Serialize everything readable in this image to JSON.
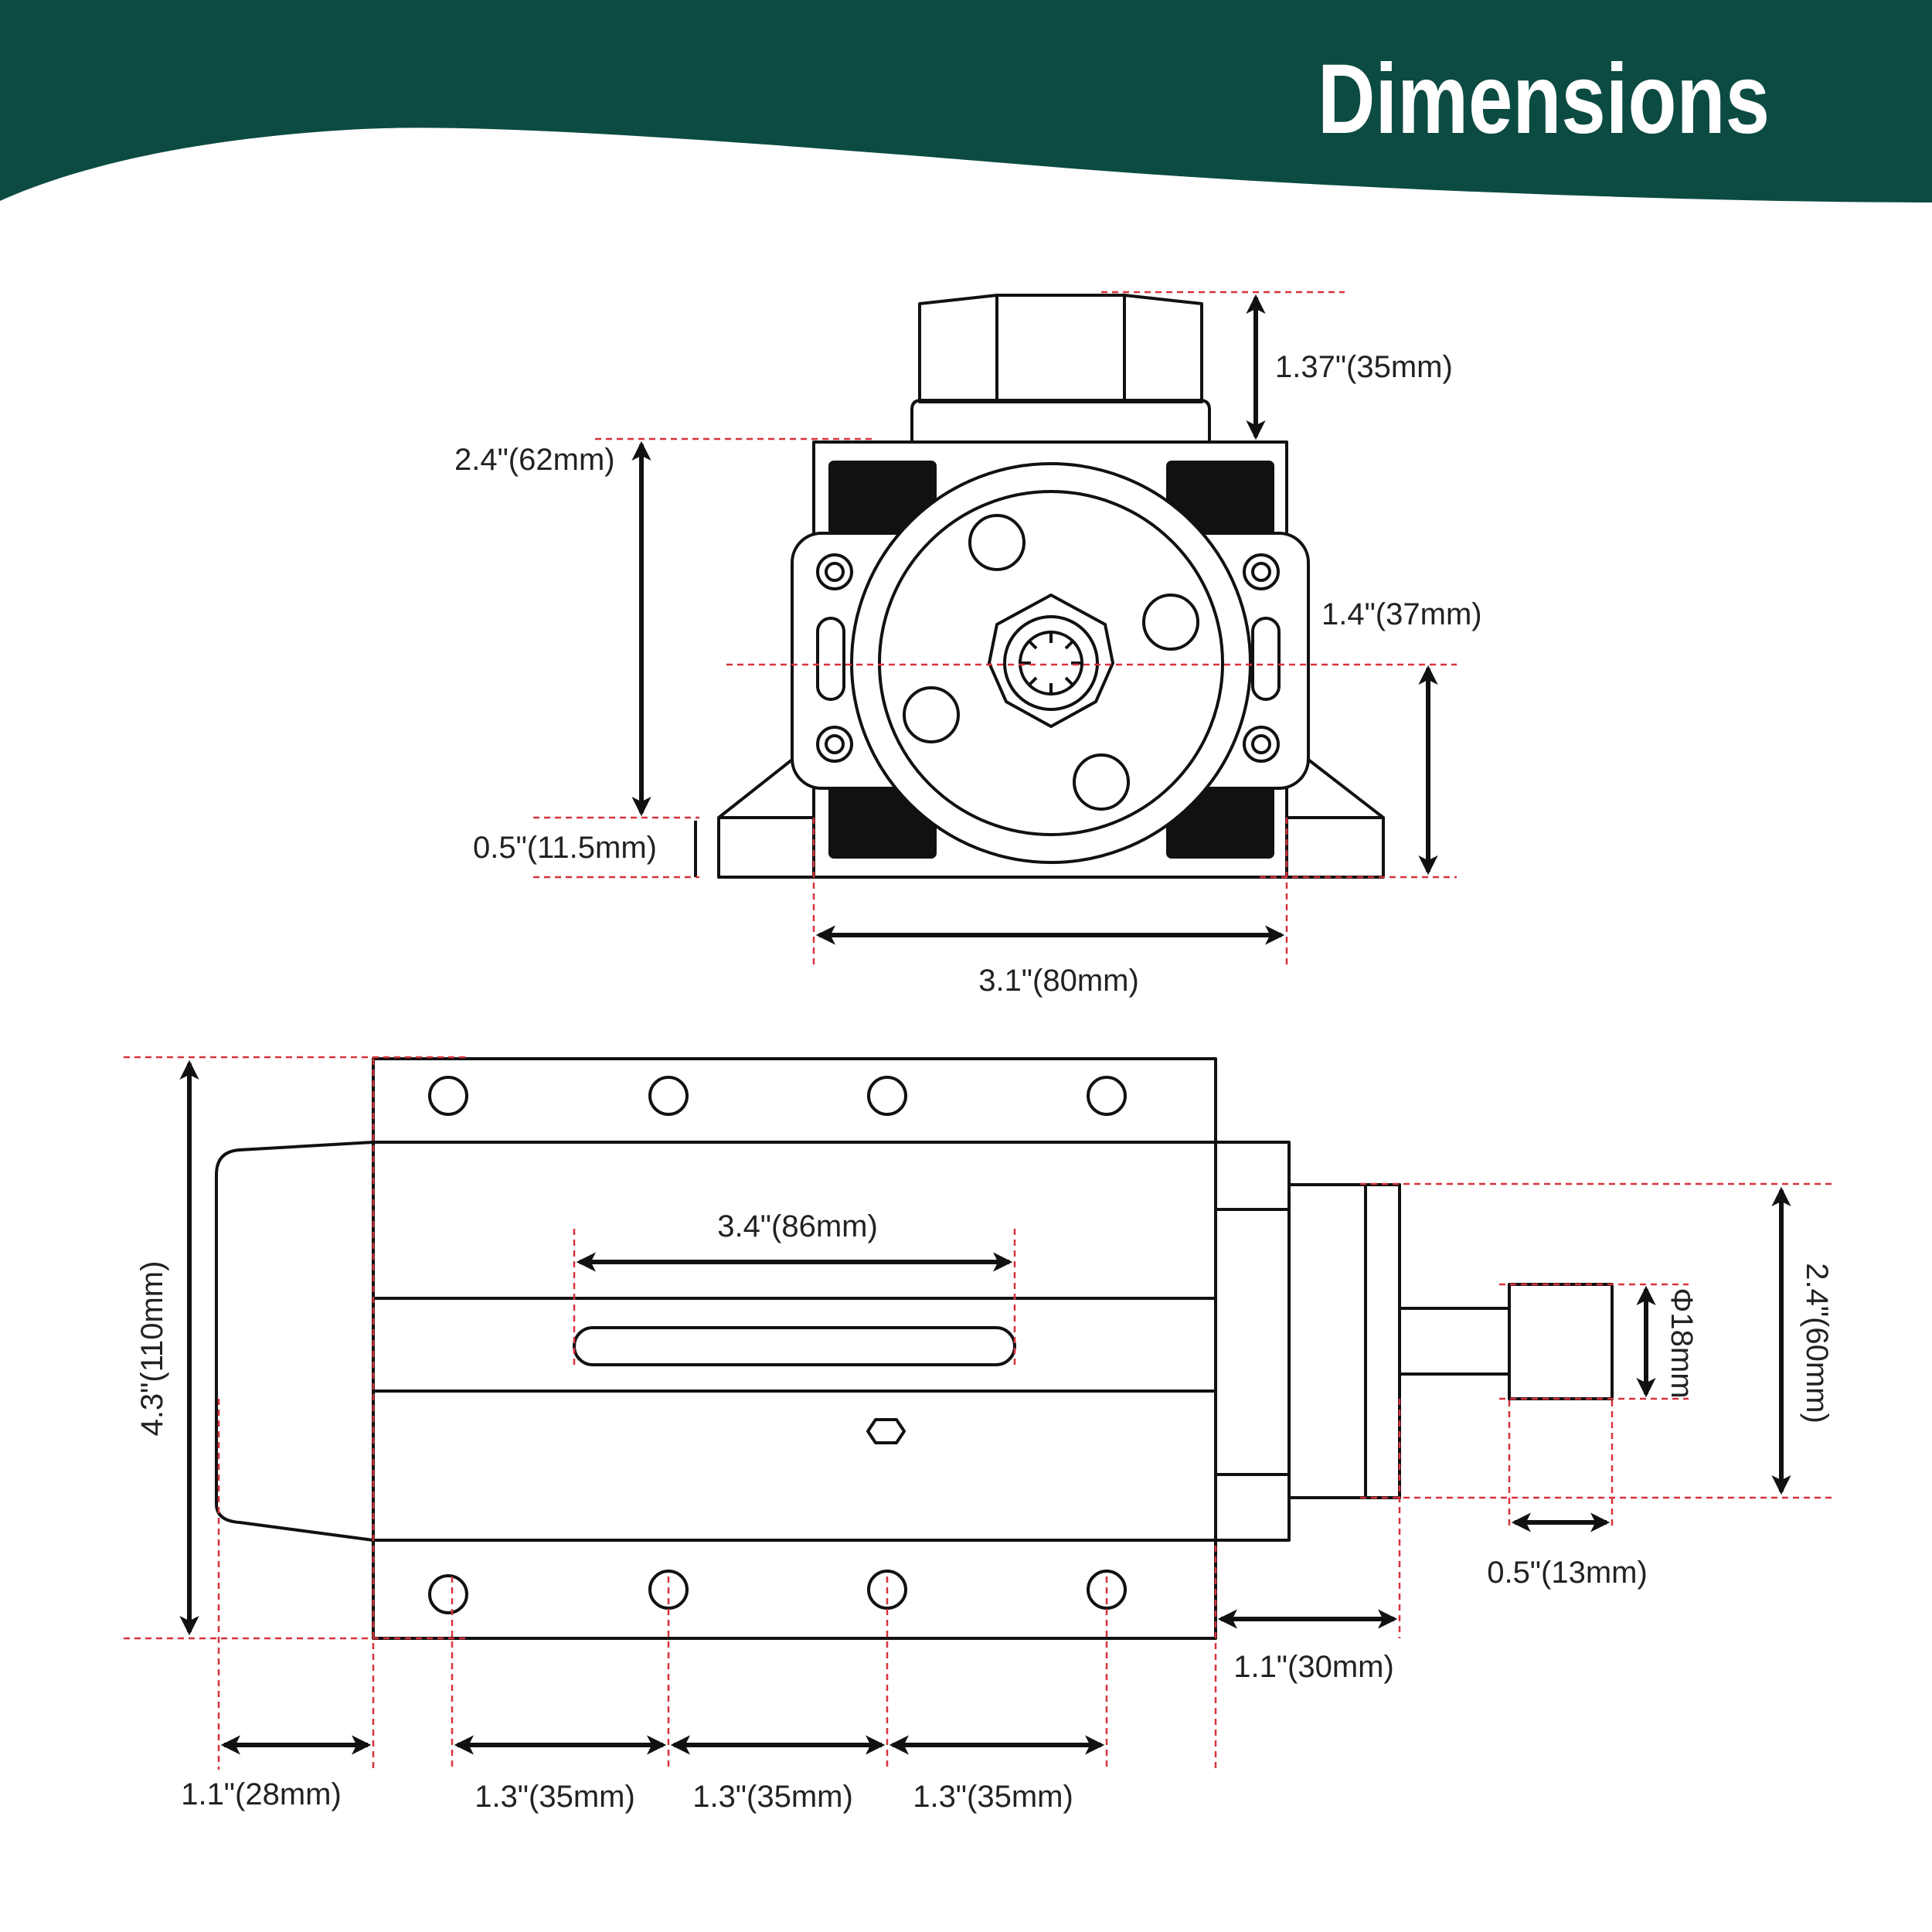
{
  "header": {
    "title": "Dimensions",
    "band_color": "#0b4b42"
  },
  "colors": {
    "line": "#111111",
    "reference_line": "#d8323c",
    "text": "#222222"
  },
  "front_view": {
    "nut_height": "1.37\"(35mm)",
    "body_height": "2.4\"(62mm)",
    "center_height": "1.4\"(37mm)",
    "base_thickness": "0.5\"(11.5mm)",
    "body_width": "3.1\"(80mm)"
  },
  "side_view": {
    "overall_height": "4.3\"(110mm)",
    "slot_length": "3.4\"(86mm)",
    "shaft_diameter": "Φ18mm",
    "flange_height": "2.4\"(60mm)",
    "collet_length": "0.5\"(13mm)",
    "nose_length": "1.1\"(30mm)",
    "rear_cap_length": "1.1\"(28mm)",
    "hole_pitch_1": "1.3\"(35mm)",
    "hole_pitch_2": "1.3\"(35mm)",
    "hole_pitch_3": "1.3\"(35mm)"
  }
}
